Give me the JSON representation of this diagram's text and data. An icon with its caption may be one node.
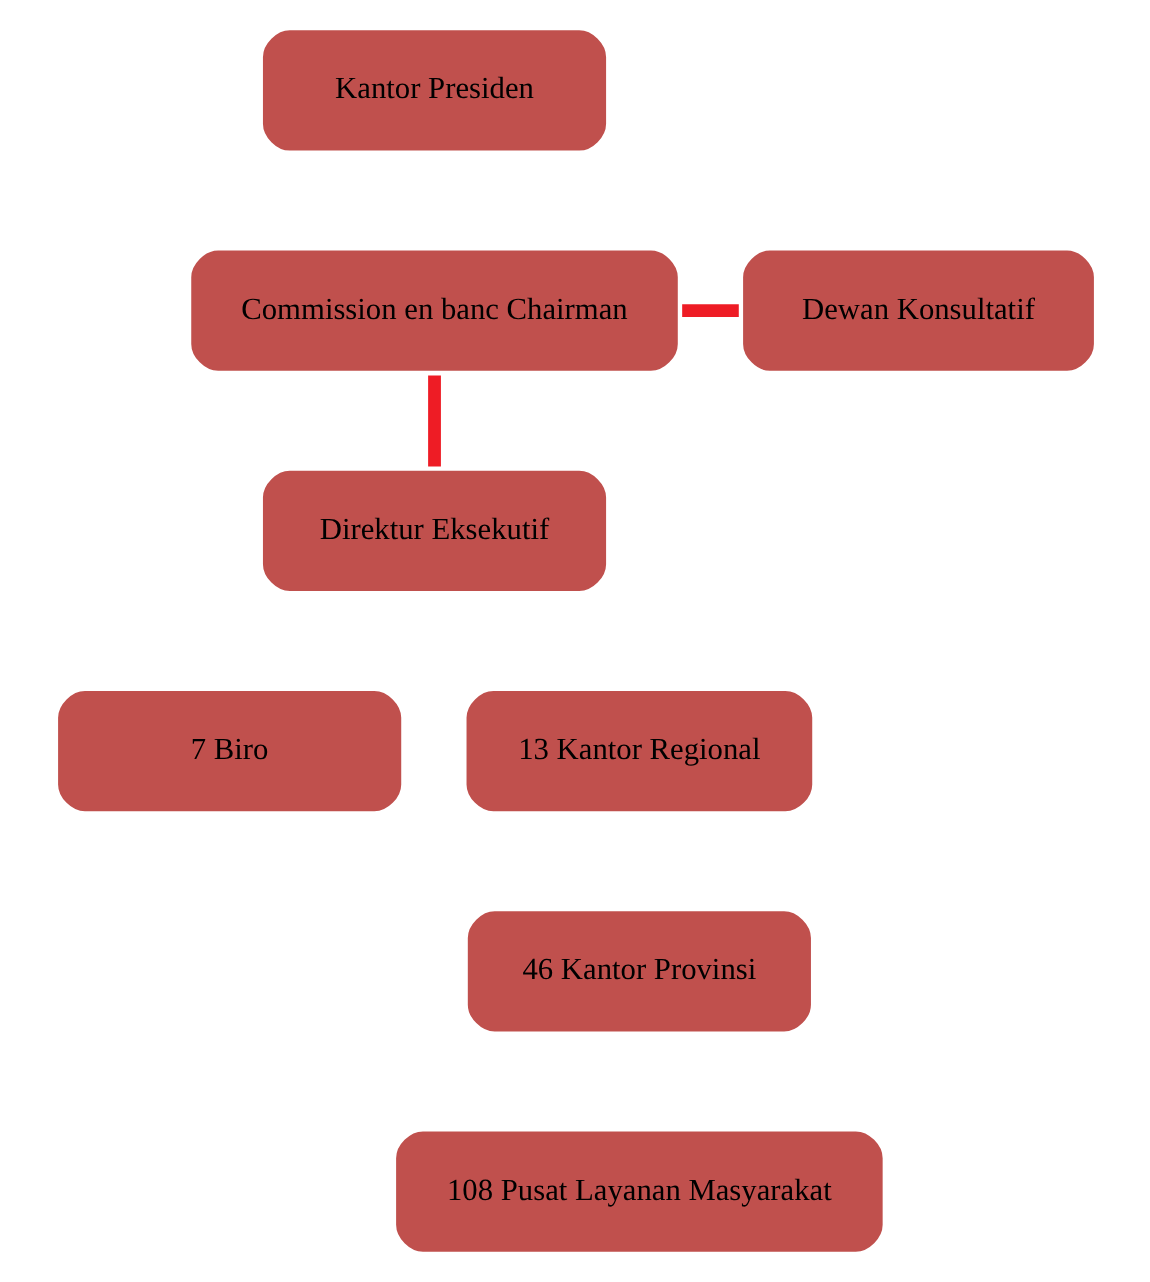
{
  "diagram": {
    "nodes": [
      {
        "text": [
          "Kantor Presiden"
        ]
      },
      {
        "text": [
          "Commission en banc Chairman"
        ]
      },
      {
        "text": [
          "Dewan Konsultatif"
        ]
      },
      {
        "text": [
          "Direktur Eksekutif"
        ]
      },
      {
        "text": [
          "7 Biro"
        ]
      },
      {
        "text": [
          "13 Kantor Regional"
        ]
      },
      {
        "text": [
          "46 Kantor Provinsi"
        ]
      },
      {
        "text": [
          "108 Pusat Layanan Masyarakat"
        ]
      }
    ],
    "edges": [
      {
        "from": 1,
        "to": 2,
        "arrow": "none"
      },
      {
        "from": 1,
        "to": 3,
        "arrow": "none"
      }
    ]
  }
}
